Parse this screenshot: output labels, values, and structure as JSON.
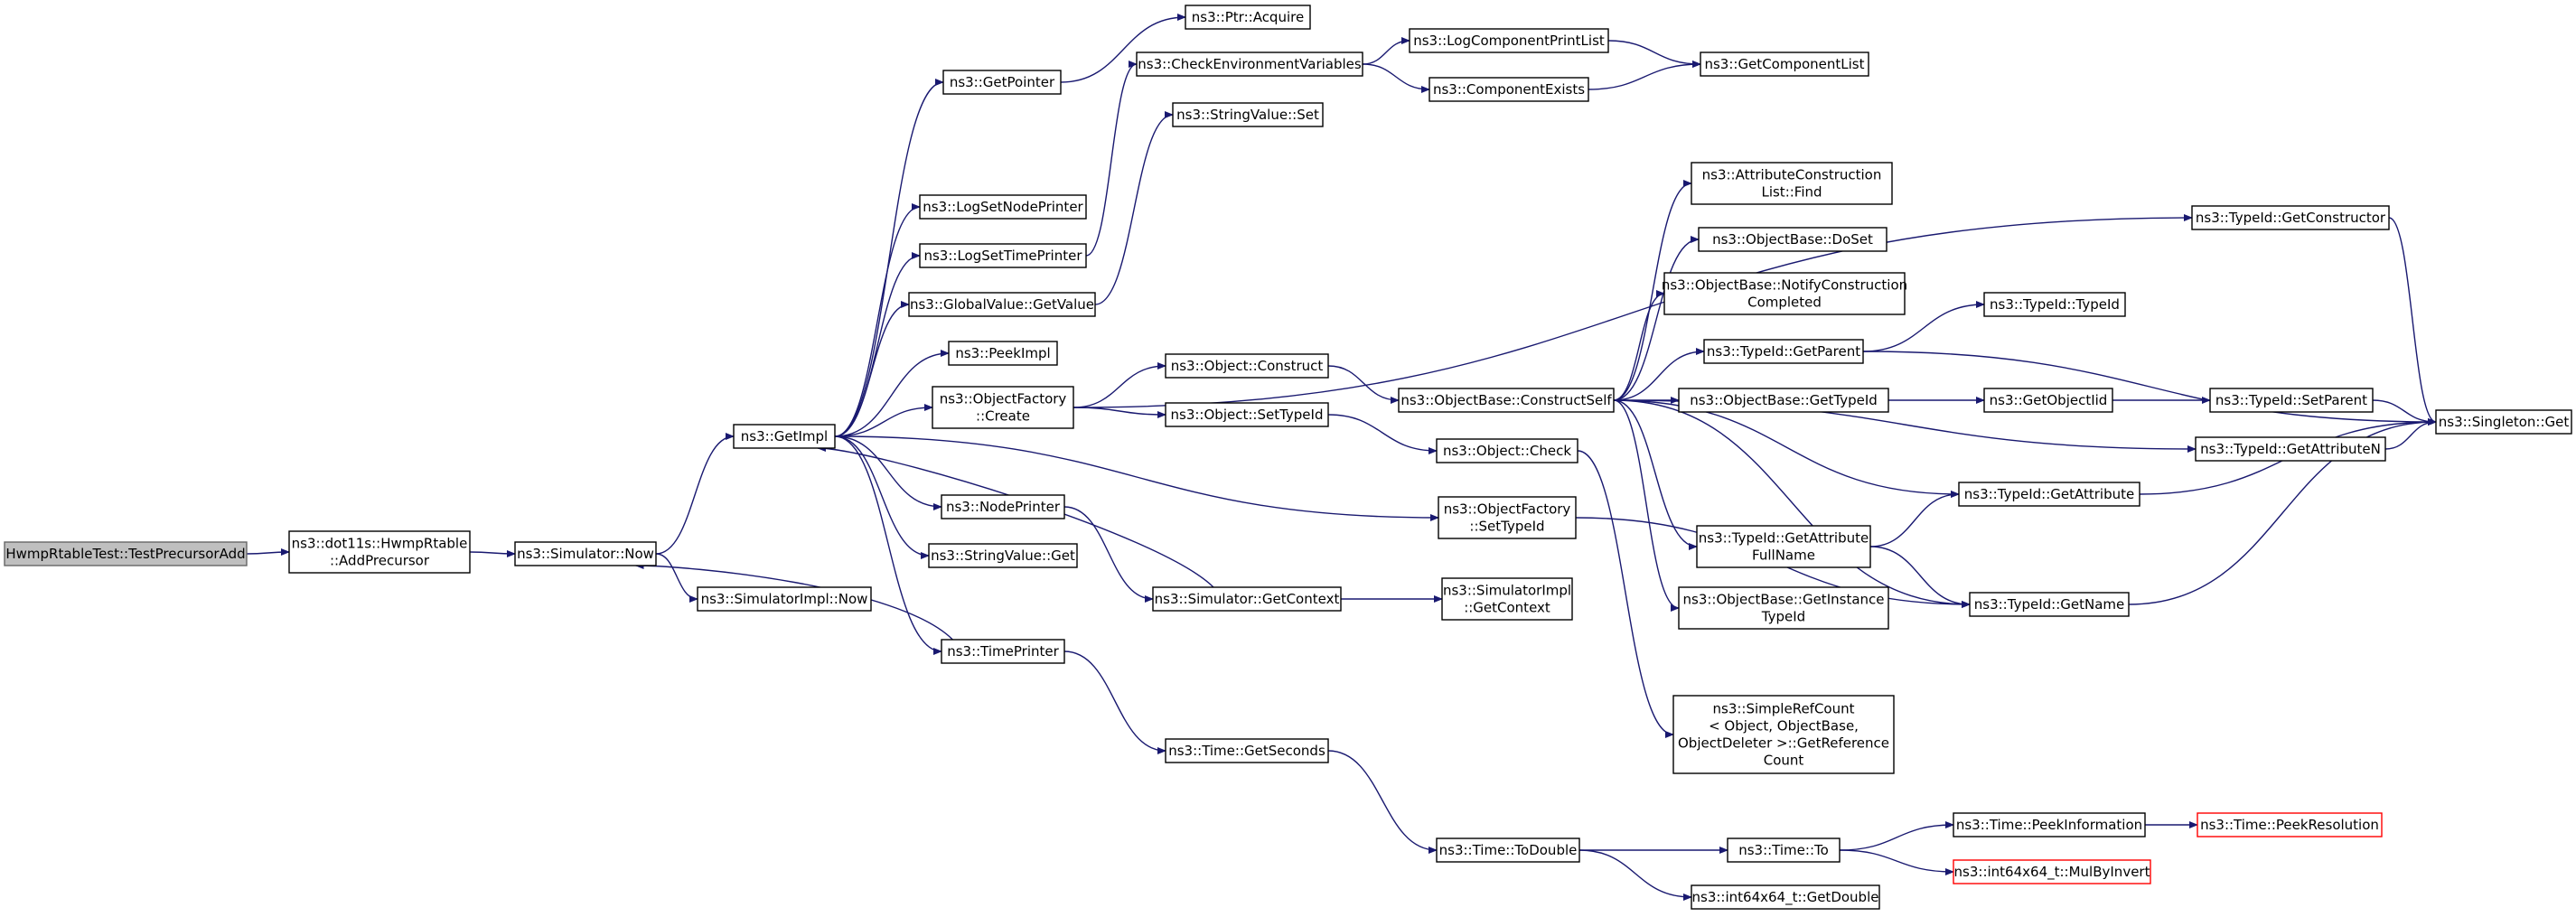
{
  "colors": {
    "edge": "#191970",
    "node_border": "#000000",
    "root_fill": "#bfbfbf",
    "root_border": "#666666",
    "external_border": "#ff0000",
    "background": "#ffffff"
  },
  "nodes": {
    "n1": {
      "lines": [
        "HwmpRtableTest::TestPrecursorAdd"
      ],
      "style": "root"
    },
    "n2": {
      "lines": [
        "ns3::dot11s::HwmpRtable",
        "::AddPrecursor"
      ]
    },
    "n3": {
      "lines": [
        "ns3::Simulator::Now"
      ]
    },
    "n4": {
      "lines": [
        "ns3::GetImpl"
      ]
    },
    "n5": {
      "lines": [
        "ns3::SimulatorImpl::Now"
      ]
    },
    "n6": {
      "lines": [
        "ns3::GetPointer"
      ]
    },
    "n7": {
      "lines": [
        "ns3::LogSetNodePrinter"
      ]
    },
    "n8": {
      "lines": [
        "ns3::LogSetTimePrinter"
      ]
    },
    "n9": {
      "lines": [
        "ns3::GlobalValue::GetValue"
      ]
    },
    "n10": {
      "lines": [
        "ns3::PeekImpl"
      ]
    },
    "n11": {
      "lines": [
        "ns3::ObjectFactory",
        "::Create"
      ]
    },
    "n12": {
      "lines": [
        "ns3::NodePrinter"
      ]
    },
    "n13": {
      "lines": [
        "ns3::StringValue::Get"
      ]
    },
    "n14": {
      "lines": [
        "ns3::TimePrinter"
      ]
    },
    "n15": {
      "lines": [
        "ns3::Ptr::Acquire"
      ]
    },
    "n16": {
      "lines": [
        "ns3::CheckEnvironmentVariables"
      ]
    },
    "n17": {
      "lines": [
        "ns3::StringValue::Set"
      ]
    },
    "n18": {
      "lines": [
        "ns3::Object::Construct"
      ]
    },
    "n19": {
      "lines": [
        "ns3::Object::SetTypeId"
      ]
    },
    "n20": {
      "lines": [
        "ns3::Simulator::GetContext"
      ]
    },
    "n21": {
      "lines": [
        "ns3::Time::GetSeconds"
      ]
    },
    "n22": {
      "lines": [
        "ns3::LogComponentPrintList"
      ]
    },
    "n23": {
      "lines": [
        "ns3::ComponentExists"
      ]
    },
    "n24": {
      "lines": [
        "ns3::GetComponentList"
      ]
    },
    "n25": {
      "lines": [
        "ns3::ObjectBase::ConstructSelf"
      ]
    },
    "n26": {
      "lines": [
        "ns3::Object::Check"
      ]
    },
    "n27": {
      "lines": [
        "ns3::ObjectFactory",
        "::SetTypeId"
      ]
    },
    "n28": {
      "lines": [
        "ns3::SimulatorImpl",
        "::GetContext"
      ]
    },
    "n29": {
      "lines": [
        "ns3::Time::ToDouble"
      ]
    },
    "n30": {
      "lines": [
        "ns3::AttributeConstruction",
        "List::Find"
      ]
    },
    "n31": {
      "lines": [
        "ns3::ObjectBase::DoSet"
      ]
    },
    "n32": {
      "lines": [
        "ns3::ObjectBase::NotifyConstruction",
        "Completed"
      ]
    },
    "n33": {
      "lines": [
        "ns3::TypeId::GetParent"
      ]
    },
    "n34": {
      "lines": [
        "ns3::ObjectBase::GetTypeId"
      ]
    },
    "n35": {
      "lines": [
        "ns3::TypeId::GetAttribute",
        "FullName"
      ]
    },
    "n36": {
      "lines": [
        "ns3::ObjectBase::GetInstance",
        "TypeId"
      ]
    },
    "n37": {
      "lines": [
        "ns3::SimpleRefCount",
        "< Object, ObjectBase,",
        "ObjectDeleter >::GetReference",
        "Count"
      ]
    },
    "n38": {
      "lines": [
        "ns3::Time::To"
      ]
    },
    "n39": {
      "lines": [
        "ns3::int64x64_t::GetDouble"
      ]
    },
    "n40": {
      "lines": [
        "ns3::TypeId::TypeId"
      ]
    },
    "n41": {
      "lines": [
        "ns3::GetObjectIid"
      ]
    },
    "n42": {
      "lines": [
        "ns3::TypeId::GetConstructor"
      ]
    },
    "n43": {
      "lines": [
        "ns3::TypeId::SetParent"
      ]
    },
    "n44": {
      "lines": [
        "ns3::TypeId::GetAttributeN"
      ]
    },
    "n45": {
      "lines": [
        "ns3::TypeId::GetAttribute"
      ]
    },
    "n46": {
      "lines": [
        "ns3::TypeId::GetName"
      ]
    },
    "n47": {
      "lines": [
        "ns3::Singleton::Get"
      ]
    },
    "n48": {
      "lines": [
        "ns3::Time::PeekInformation"
      ]
    },
    "n49": {
      "lines": [
        "ns3::Time::PeekResolution"
      ],
      "style": "external"
    },
    "n50": {
      "lines": [
        "ns3::int64x64_t::MulByInvert"
      ],
      "style": "external"
    }
  },
  "edges": [
    [
      "n1",
      "n2"
    ],
    [
      "n2",
      "n3"
    ],
    [
      "n3",
      "n4"
    ],
    [
      "n3",
      "n5"
    ],
    [
      "n4",
      "n6"
    ],
    [
      "n4",
      "n7"
    ],
    [
      "n4",
      "n8"
    ],
    [
      "n4",
      "n9"
    ],
    [
      "n4",
      "n10"
    ],
    [
      "n4",
      "n11"
    ],
    [
      "n4",
      "n12"
    ],
    [
      "n4",
      "n13"
    ],
    [
      "n4",
      "n14"
    ],
    [
      "n4",
      "n27"
    ],
    [
      "n6",
      "n15"
    ],
    [
      "n8",
      "n16"
    ],
    [
      "n9",
      "n17"
    ],
    [
      "n16",
      "n22"
    ],
    [
      "n16",
      "n23"
    ],
    [
      "n22",
      "n24"
    ],
    [
      "n23",
      "n24"
    ],
    [
      "n11",
      "n18"
    ],
    [
      "n11",
      "n19"
    ],
    [
      "n11",
      "n42"
    ],
    [
      "n12",
      "n20"
    ],
    [
      "n14",
      "n3"
    ],
    [
      "n14",
      "n21"
    ],
    [
      "n20",
      "n4"
    ],
    [
      "n20",
      "n28"
    ],
    [
      "n18",
      "n25"
    ],
    [
      "n19",
      "n26"
    ],
    [
      "n26",
      "n37"
    ],
    [
      "n27",
      "n46"
    ],
    [
      "n21",
      "n29"
    ],
    [
      "n25",
      "n30"
    ],
    [
      "n25",
      "n31"
    ],
    [
      "n25",
      "n32"
    ],
    [
      "n25",
      "n33"
    ],
    [
      "n25",
      "n34"
    ],
    [
      "n25",
      "n35"
    ],
    [
      "n25",
      "n36"
    ],
    [
      "n25",
      "n44"
    ],
    [
      "n25",
      "n45"
    ],
    [
      "n25",
      "n46"
    ],
    [
      "n33",
      "n40"
    ],
    [
      "n33",
      "n47"
    ],
    [
      "n34",
      "n41"
    ],
    [
      "n41",
      "n43"
    ],
    [
      "n43",
      "n47"
    ],
    [
      "n44",
      "n47"
    ],
    [
      "n45",
      "n47"
    ],
    [
      "n46",
      "n47"
    ],
    [
      "n42",
      "n47"
    ],
    [
      "n35",
      "n45"
    ],
    [
      "n35",
      "n46"
    ],
    [
      "n29",
      "n38"
    ],
    [
      "n29",
      "n39"
    ],
    [
      "n38",
      "n48"
    ],
    [
      "n38",
      "n50"
    ],
    [
      "n48",
      "n49"
    ]
  ]
}
